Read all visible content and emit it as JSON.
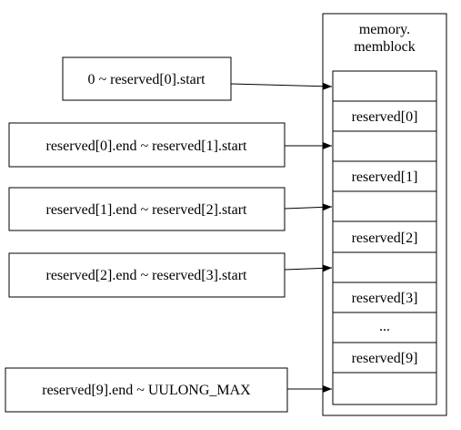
{
  "container": {
    "title_line1": "memory.",
    "title_line2": "memblock"
  },
  "cells": [
    "",
    "reserved[0]",
    "",
    "reserved[1]",
    "",
    "reserved[2]",
    "",
    "reserved[3]",
    "...",
    "reserved[9]",
    ""
  ],
  "gap_boxes": [
    {
      "label": "0 ~ reserved[0].start"
    },
    {
      "label": "reserved[0].end ~ reserved[1].start"
    },
    {
      "label": "reserved[1].end ~ reserved[2].start"
    },
    {
      "label": "reserved[2].end ~ reserved[3].start"
    },
    {
      "label": "reserved[9].end ~ UULONG_MAX"
    }
  ],
  "colors": {
    "stroke": "#000000",
    "background": "#ffffff"
  }
}
